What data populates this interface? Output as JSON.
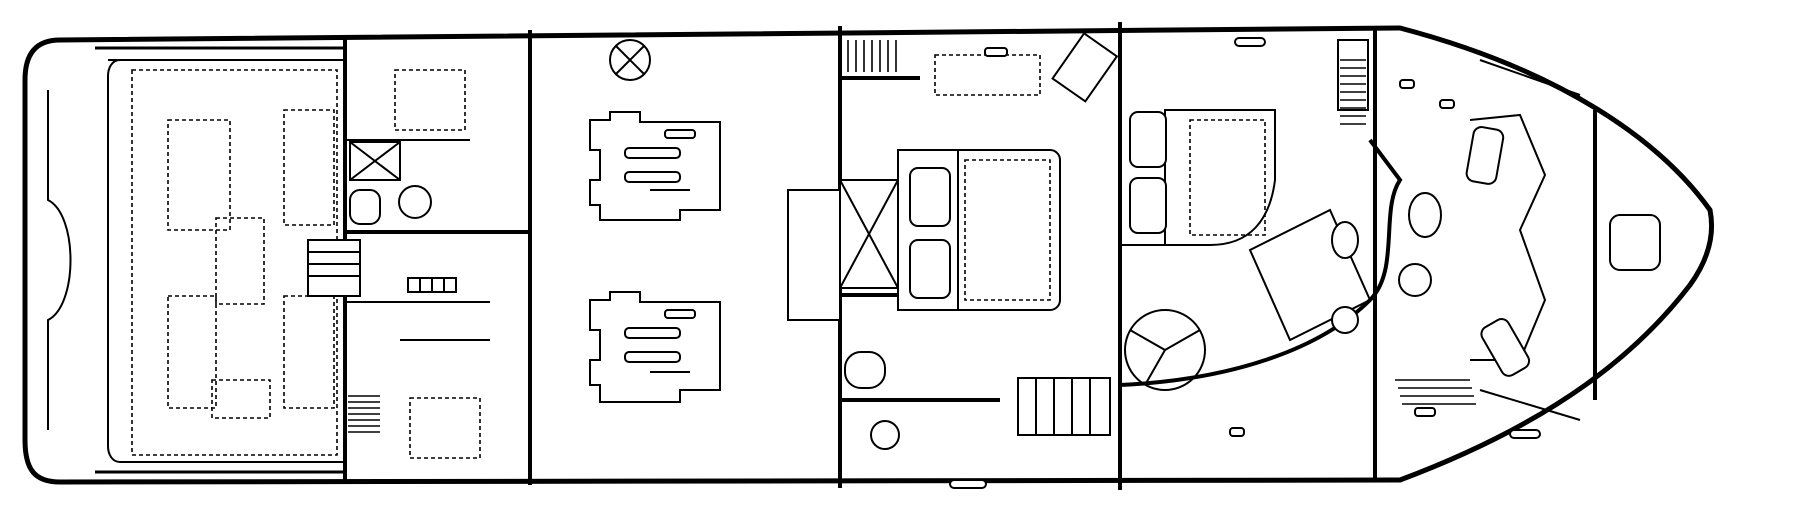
{
  "plan": {
    "colors": {
      "line": "#000000",
      "background": "#ffffff"
    },
    "compartments": [
      {
        "id": "aft-deck",
        "label": ""
      },
      {
        "id": "aft-cabins",
        "label": ""
      },
      {
        "id": "engine-room",
        "label": ""
      },
      {
        "id": "master-stateroom",
        "label": ""
      },
      {
        "id": "vip-stateroom",
        "label": ""
      },
      {
        "id": "forward-stateroom",
        "label": ""
      },
      {
        "id": "chain-locker",
        "label": ""
      }
    ],
    "icons": [
      "cross-hatch-hatch-icon",
      "engine-icon",
      "toilet-icon",
      "sink-icon",
      "stairs-icon",
      "bed-icon",
      "shower-icon",
      "locker-icon"
    ]
  }
}
